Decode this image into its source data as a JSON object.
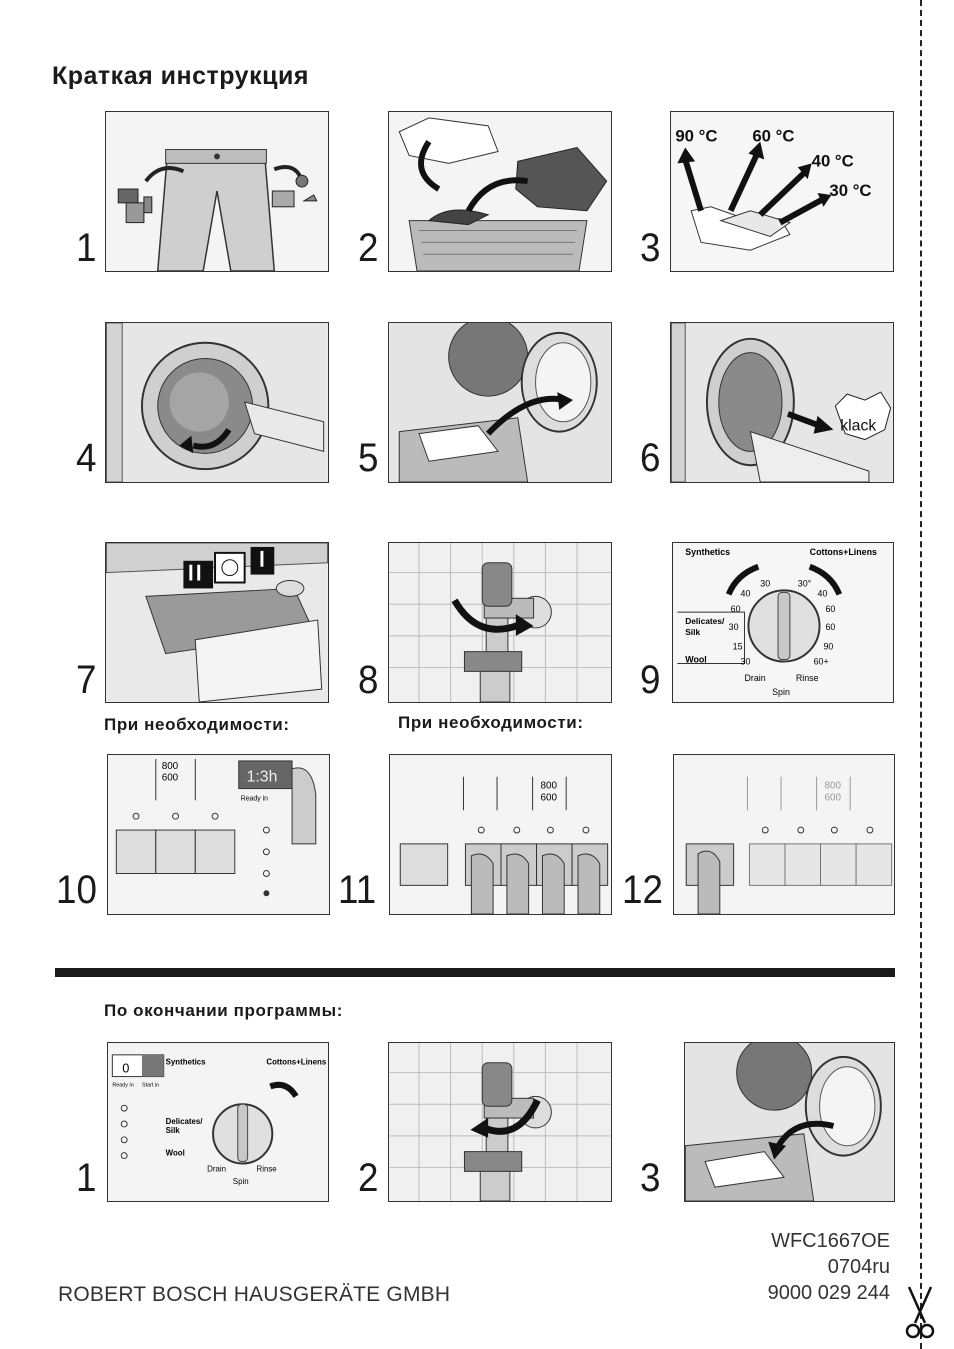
{
  "title": "Краткая инструкция",
  "steps": [
    {
      "num": "1"
    },
    {
      "num": "2"
    },
    {
      "num": "3"
    },
    {
      "num": "4"
    },
    {
      "num": "5"
    },
    {
      "num": "6"
    },
    {
      "num": "7"
    },
    {
      "num": "8"
    },
    {
      "num": "9"
    },
    {
      "num": "10"
    },
    {
      "num": "11"
    },
    {
      "num": "12"
    }
  ],
  "temperatures": [
    "90 °C",
    "60 °C",
    "40 °C",
    "30 °C"
  ],
  "klack": "klack",
  "notes": {
    "if_needed_1": "При необходимости:",
    "if_needed_2": "При необходимости:",
    "after_program": "По окончании программы:"
  },
  "dial": {
    "synthetics": "Synthetics",
    "cottons": "Cottons+Linens",
    "delicates": "Delicates/",
    "silk": "Silk",
    "wool": "Wool",
    "drain": "Drain",
    "rinse": "Rinse",
    "spin": "Spin",
    "ticks_left": [
      "30",
      "40",
      "60",
      "30",
      "15",
      "30"
    ],
    "ticks_right": [
      "30°",
      "40",
      "60",
      "60",
      "90",
      "60+"
    ]
  },
  "panel10": {
    "spin1": "800",
    "spin2": "600",
    "display": "1:3h",
    "ready_in": "Ready in"
  },
  "panel11": {
    "spin1": "800",
    "spin2": "600"
  },
  "panel12": {
    "spin1": "800",
    "spin2": "600"
  },
  "end_steps": [
    {
      "num": "1"
    },
    {
      "num": "2"
    },
    {
      "num": "3"
    }
  ],
  "end_panel1": {
    "display": "0",
    "ready_in": "Ready in",
    "start_in": "Start in"
  },
  "footer": {
    "company": "ROBERT BOSCH HAUSGERÄTE GMBH",
    "model": "WFC1667OE",
    "code": "0704ru",
    "number": "9000 029 244"
  }
}
